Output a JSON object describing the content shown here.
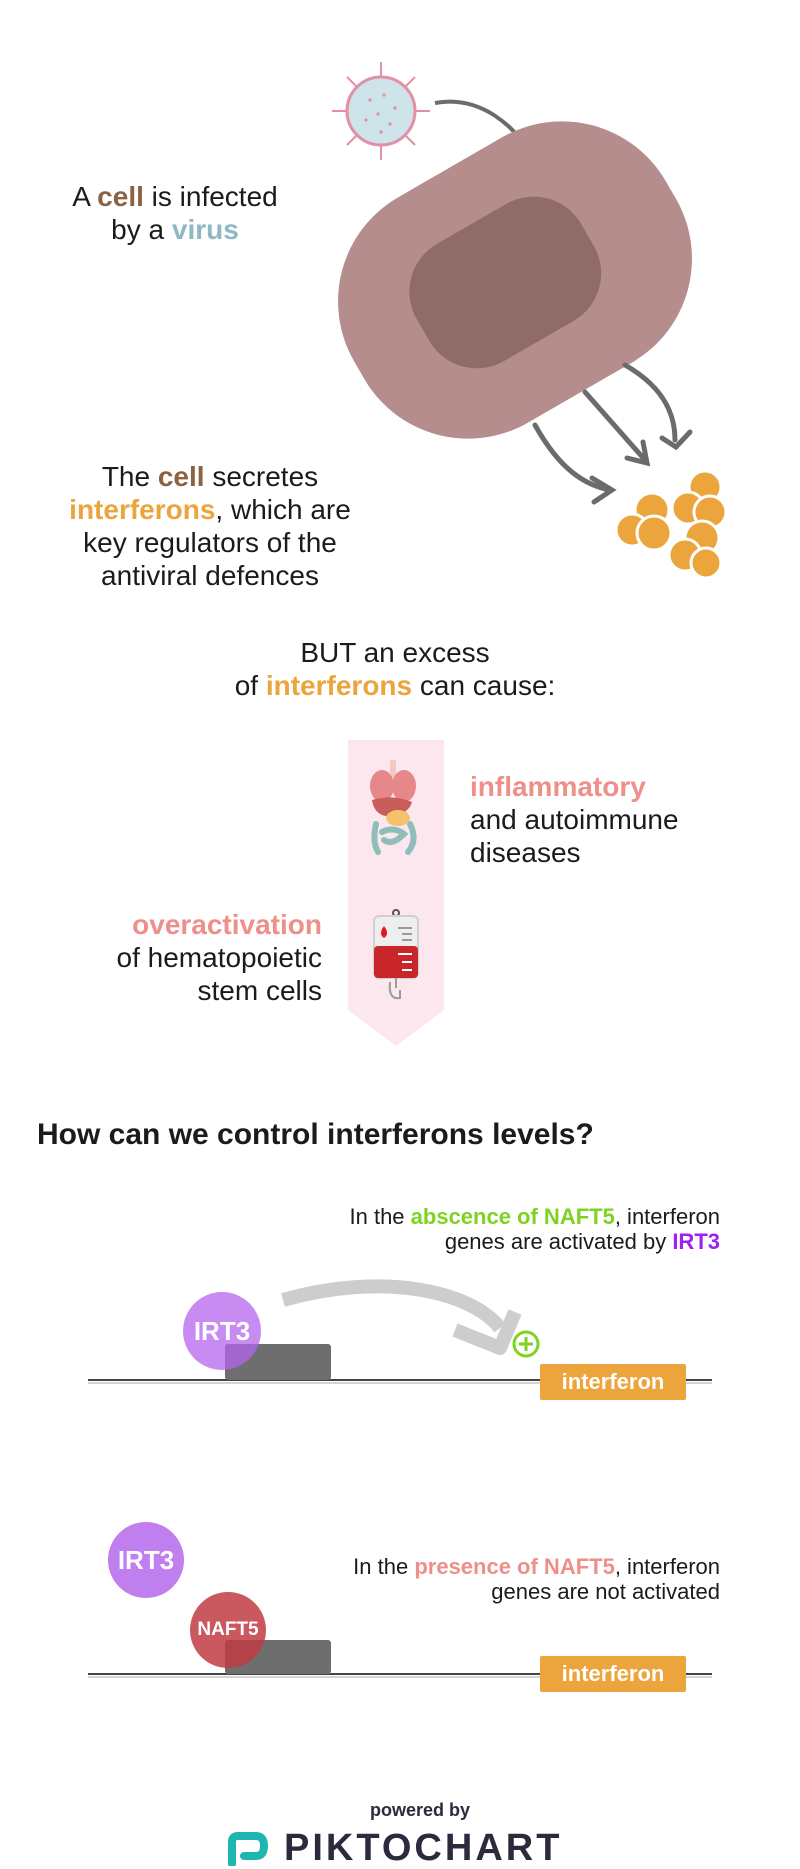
{
  "section1": {
    "line1_prefix": "A ",
    "line1_cell": "cell",
    "line1_suffix": " is infected",
    "line2_prefix": "by a ",
    "line2_virus": "virus"
  },
  "section2": {
    "line1_prefix": "The ",
    "line1_cell": "cell",
    "line1_suffix": " secretes",
    "line2_ifn": "interferons",
    "line2_suffix": ", which are",
    "line3": "key regulators of the",
    "line4": "antiviral defences"
  },
  "section3": {
    "line1": "BUT an excess",
    "line2_prefix": "of ",
    "line2_ifn": "interferons",
    "line2_suffix": " can cause:"
  },
  "effects": {
    "inflammatory_keyword": "inflammatory",
    "inflammatory_line2": "and autoimmune",
    "inflammatory_line3": "diseases",
    "overactivation_keyword": "overactivation",
    "overactivation_line2": "of hematopoietic",
    "overactivation_line3": "stem cells"
  },
  "question": "How can we control interferons levels?",
  "absence": {
    "prefix": "In the ",
    "keyword": "abscence of NAFT5",
    "suffix": ", interferon",
    "line2_prefix": "genes are activated by ",
    "line2_keyword": "IRT3"
  },
  "presence": {
    "prefix": "In the ",
    "keyword": "presence of NAFT5",
    "suffix": ", interferon",
    "line2": "genes are not activated"
  },
  "proteins": {
    "irt3": "IRT3",
    "naft5": "NAFT5"
  },
  "genes": {
    "interferon": "interferon"
  },
  "footer": {
    "powered_by": "powered by",
    "brand": "PIKTOCHART"
  },
  "colors": {
    "cell_outer": "#b58d8c",
    "cell_inner": "#8f6b69",
    "interferon": "#eba53c",
    "irt3": "#c07fef",
    "naft5": "#c0474c",
    "activation": "#7ed321",
    "brand": "#2b2b3d",
    "brand_icon": "#1fb6b0"
  },
  "icons": {
    "virus": "virus-icon",
    "organs": "organs-icon",
    "blood_bag": "blood-bag-icon",
    "plus": "plus-circle-icon"
  }
}
